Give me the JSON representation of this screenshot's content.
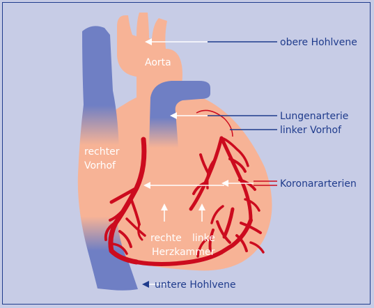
{
  "labels": {
    "aorta": "Aorta",
    "rechter_vorhof_1": "rechter",
    "rechter_vorhof_2": "Vorhof",
    "rechte": "rechte",
    "linke": "linke",
    "herzkammer": "Herzkammer",
    "obere_hohlvene": "obere Hohlvene",
    "lungenarterie": "Lungenarterie",
    "linker_vorhof": "linker Vorhof",
    "koronararterien": "Koronararterien",
    "untere_hohlvene": "untere Hohlvene"
  },
  "colors": {
    "background": "#c7cce6",
    "frame": "#1f3b8c",
    "heart_flesh": "#f7b396",
    "vein_blue": "#6f7fc4",
    "artery_red": "#cc0b1e",
    "label_blue": "#1f3b8c",
    "label_white": "#ffffff"
  }
}
